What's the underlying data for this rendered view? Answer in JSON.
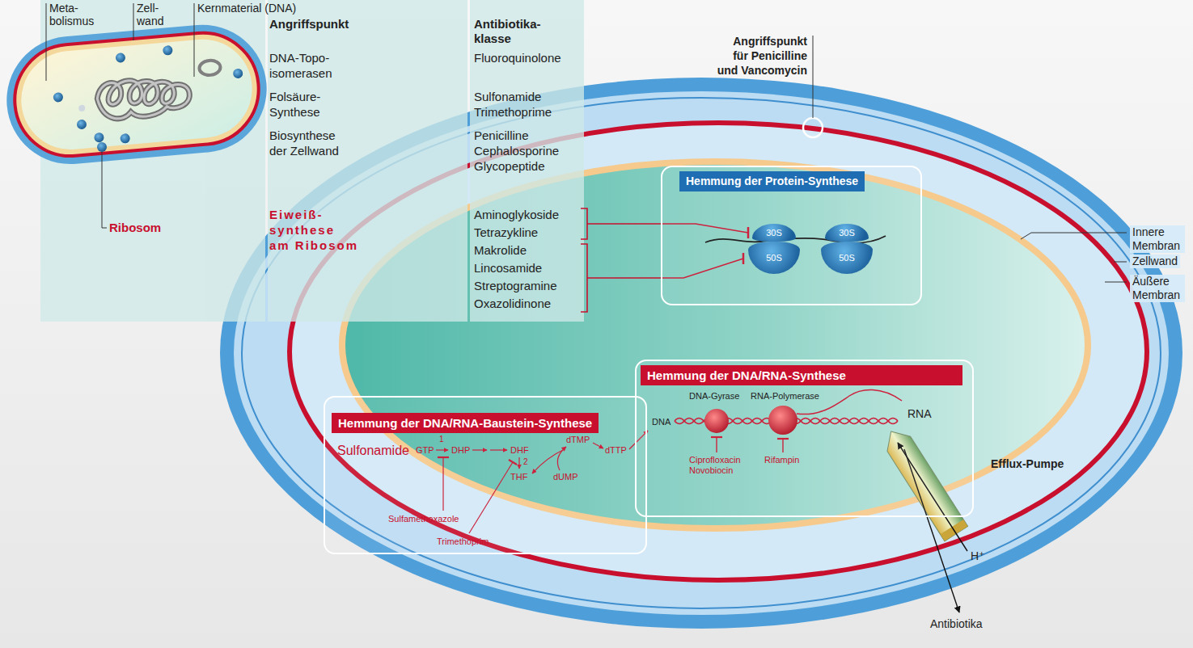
{
  "diagram": {
    "nodes": [
      {
        "text": [
          "Hemmung der Protein-Synthese"
        ]
      },
      {
        "text": [
          "30S"
        ],
        "in": 0
      },
      {
        "text": [
          "50S"
        ],
        "in": 0
      },
      {
        "text": [
          "30S"
        ],
        "in": 0
      },
      {
        "text": [
          "50S"
        ],
        "in": 0
      },
      {
        "text": [
          "Hemmung der DNA/RNA-Synthese"
        ]
      },
      {
        "text": [
          "Hemmung der DNA/RNA-Baustein-Synthese"
        ]
      }
    ],
    "labels": [
      "Meta- bolismus",
      "Zell- wand",
      "Kernmaterial (DNA)",
      "Ribosom",
      "Angriffspunkt",
      "Antibiotika- klasse",
      "DNA-Topo- isomerasen",
      "Fluoroquinolone",
      "Folsäure- Synthese",
      "Sulfonamide",
      "Trimethoprime",
      "Biosynthese der Zellwand",
      "Penicilline",
      "Cephalosporine",
      "Glycopeptide",
      "Eiweiß- synthese am Ribosom",
      "Aminoglykoside",
      "Tetrazykline",
      "Makrolide",
      "Lincosamide",
      "Streptogramine",
      "Oxazolidinone",
      "Angriffspunkt für Penicilline und Vancomycin",
      "Innere Membran",
      "Zellwand",
      "Äußere Membran",
      "Sulfonamide",
      "GTP",
      "1",
      "DHP",
      "DHF",
      "2",
      "THF",
      "dTMP",
      "dUMP",
      "dTTP",
      "Sulfamethoxazole",
      "Trimethoprim",
      "DNA",
      "DNA-Gyrase",
      "RNA-Polymerase",
      "RNA",
      "Ciprofloxacin Novobiocin",
      "Rifampin",
      "Efflux-Pumpe",
      "H⁺",
      "Antibiotika"
    ]
  }
}
